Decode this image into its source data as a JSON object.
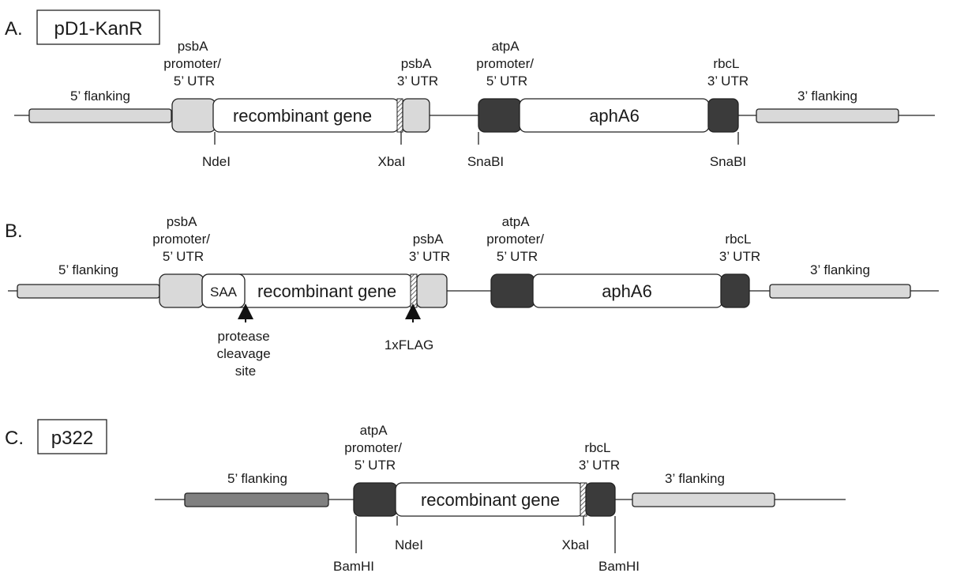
{
  "panels": {
    "a": {
      "letter": "A.",
      "name": "pD1-KanR",
      "flank5": "5’ flanking",
      "flank3": "3’ flanking",
      "psbA_promoter": [
        "psbA",
        "promoter/",
        "5’ UTR"
      ],
      "psbA_utr3": [
        "psbA",
        "3’ UTR"
      ],
      "atpA_promoter": [
        "atpA",
        "promoter/",
        "5’ UTR"
      ],
      "rbcL_utr3": [
        "rbcL",
        "3’ UTR"
      ],
      "gene": "recombinant gene",
      "marker": "aphA6",
      "sites": [
        "NdeI",
        "XbaI",
        "SnaBI",
        "SnaBI"
      ]
    },
    "b": {
      "letter": "B.",
      "flank5": "5’ flanking",
      "flank3": "3’ flanking",
      "psbA_promoter": [
        "psbA",
        "promoter/",
        "5’ UTR"
      ],
      "psbA_utr3": [
        "psbA",
        "3’ UTR"
      ],
      "atpA_promoter": [
        "atpA",
        "promoter/",
        "5’ UTR"
      ],
      "rbcL_utr3": [
        "rbcL",
        "3’ UTR"
      ],
      "tag": "SAA",
      "gene": "recombinant gene",
      "marker": "aphA6",
      "protease": [
        "protease",
        "cleavage",
        "site"
      ],
      "flag": "1xFLAG"
    },
    "c": {
      "letter": "C.",
      "name": "p322",
      "flank5": "5’ flanking",
      "flank3": "3’ flanking",
      "atpA_promoter": [
        "atpA",
        "promoter/",
        "5’ UTR"
      ],
      "rbcL_utr3": [
        "rbcL",
        "3’ UTR"
      ],
      "gene": "recombinant gene",
      "sites": [
        "BamHI",
        "NdeI",
        "XbaI",
        "BamHI"
      ]
    }
  },
  "colors": {
    "light_fill": "#d9d9d9",
    "dark_fill": "#3b3b3b",
    "mid_fill": "#808080",
    "white_fill": "#ffffff",
    "line": "#222222"
  }
}
